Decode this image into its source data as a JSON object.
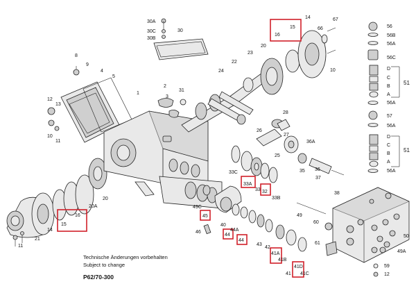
{
  "diagram": {
    "notes": {
      "line1": "Technische Änderungen vorbehalten",
      "line2": "Subject to change",
      "model": "P62/70-300"
    },
    "part_labels": [
      {
        "id": "1",
        "text": "1"
      },
      {
        "id": "2",
        "text": "2"
      },
      {
        "id": "3",
        "text": "3"
      },
      {
        "id": "4",
        "text": "4"
      },
      {
        "id": "5",
        "text": "5"
      },
      {
        "id": "8",
        "text": "8"
      },
      {
        "id": "9",
        "text": "9"
      },
      {
        "id": "10a",
        "text": "10"
      },
      {
        "id": "10b",
        "text": "10"
      },
      {
        "id": "11a",
        "text": "11"
      },
      {
        "id": "11b",
        "text": "11"
      },
      {
        "id": "12a",
        "text": "12"
      },
      {
        "id": "12b",
        "text": "12"
      },
      {
        "id": "13",
        "text": "13"
      },
      {
        "id": "14a",
        "text": "14"
      },
      {
        "id": "14b",
        "text": "14"
      },
      {
        "id": "20a",
        "text": "20"
      },
      {
        "id": "20b",
        "text": "20"
      },
      {
        "id": "20A",
        "text": "20A"
      },
      {
        "id": "21",
        "text": "21"
      },
      {
        "id": "22",
        "text": "22"
      },
      {
        "id": "23",
        "text": "23"
      },
      {
        "id": "24",
        "text": "24"
      },
      {
        "id": "25",
        "text": "25"
      },
      {
        "id": "26",
        "text": "26"
      },
      {
        "id": "27",
        "text": "27"
      },
      {
        "id": "28",
        "text": "28"
      },
      {
        "id": "30",
        "text": "30"
      },
      {
        "id": "30A",
        "text": "30A"
      },
      {
        "id": "30C",
        "text": "30C"
      },
      {
        "id": "30B",
        "text": "30B"
      },
      {
        "id": "31",
        "text": "31"
      },
      {
        "id": "32",
        "text": "32"
      },
      {
        "id": "33",
        "text": "33"
      },
      {
        "id": "33A",
        "text": "33A"
      },
      {
        "id": "33B",
        "text": "33B"
      },
      {
        "id": "33C",
        "text": "33C"
      },
      {
        "id": "35",
        "text": "35"
      },
      {
        "id": "36",
        "text": "36"
      },
      {
        "id": "36A",
        "text": "36A"
      },
      {
        "id": "37",
        "text": "37"
      },
      {
        "id": "38",
        "text": "38"
      },
      {
        "id": "40",
        "text": "40"
      },
      {
        "id": "41",
        "text": "41"
      },
      {
        "id": "41A",
        "text": "41A"
      },
      {
        "id": "41B",
        "text": "41B"
      },
      {
        "id": "41C",
        "text": "41C"
      },
      {
        "id": "41D",
        "text": "41D"
      },
      {
        "id": "42",
        "text": "42"
      },
      {
        "id": "43",
        "text": "43"
      },
      {
        "id": "44a",
        "text": "44"
      },
      {
        "id": "44b",
        "text": "44"
      },
      {
        "id": "44A",
        "text": "44A"
      },
      {
        "id": "45",
        "text": "45"
      },
      {
        "id": "46",
        "text": "46"
      },
      {
        "id": "49",
        "text": "49"
      },
      {
        "id": "49A",
        "text": "49A"
      },
      {
        "id": "49C",
        "text": "49C"
      },
      {
        "id": "50",
        "text": "50"
      },
      {
        "id": "51a",
        "text": "51"
      },
      {
        "id": "51b",
        "text": "51"
      },
      {
        "id": "56",
        "text": "56"
      },
      {
        "id": "56A1",
        "text": "56A"
      },
      {
        "id": "56A2",
        "text": "56A"
      },
      {
        "id": "56A3",
        "text": "56A"
      },
      {
        "id": "56A4",
        "text": "56A"
      },
      {
        "id": "56B",
        "text": "56B"
      },
      {
        "id": "56C",
        "text": "56C"
      },
      {
        "id": "57",
        "text": "57"
      },
      {
        "id": "59",
        "text": "59"
      },
      {
        "id": "60",
        "text": "60"
      },
      {
        "id": "61",
        "text": "61"
      },
      {
        "id": "66",
        "text": "66"
      },
      {
        "id": "67",
        "text": "67"
      },
      {
        "id": "A1",
        "text": "A"
      },
      {
        "id": "B1",
        "text": "B"
      },
      {
        "id": "C1",
        "text": "C"
      },
      {
        "id": "D1",
        "text": "D"
      },
      {
        "id": "A2",
        "text": "A"
      },
      {
        "id": "B2",
        "text": "B"
      },
      {
        "id": "C2",
        "text": "C"
      },
      {
        "id": "D2",
        "text": "D"
      },
      {
        "id": "15a",
        "text": "15"
      },
      {
        "id": "16a",
        "text": "16"
      },
      {
        "id": "15b",
        "text": "15"
      },
      {
        "id": "16b",
        "text": "16"
      }
    ],
    "highlight_color": "#d0202a"
  }
}
